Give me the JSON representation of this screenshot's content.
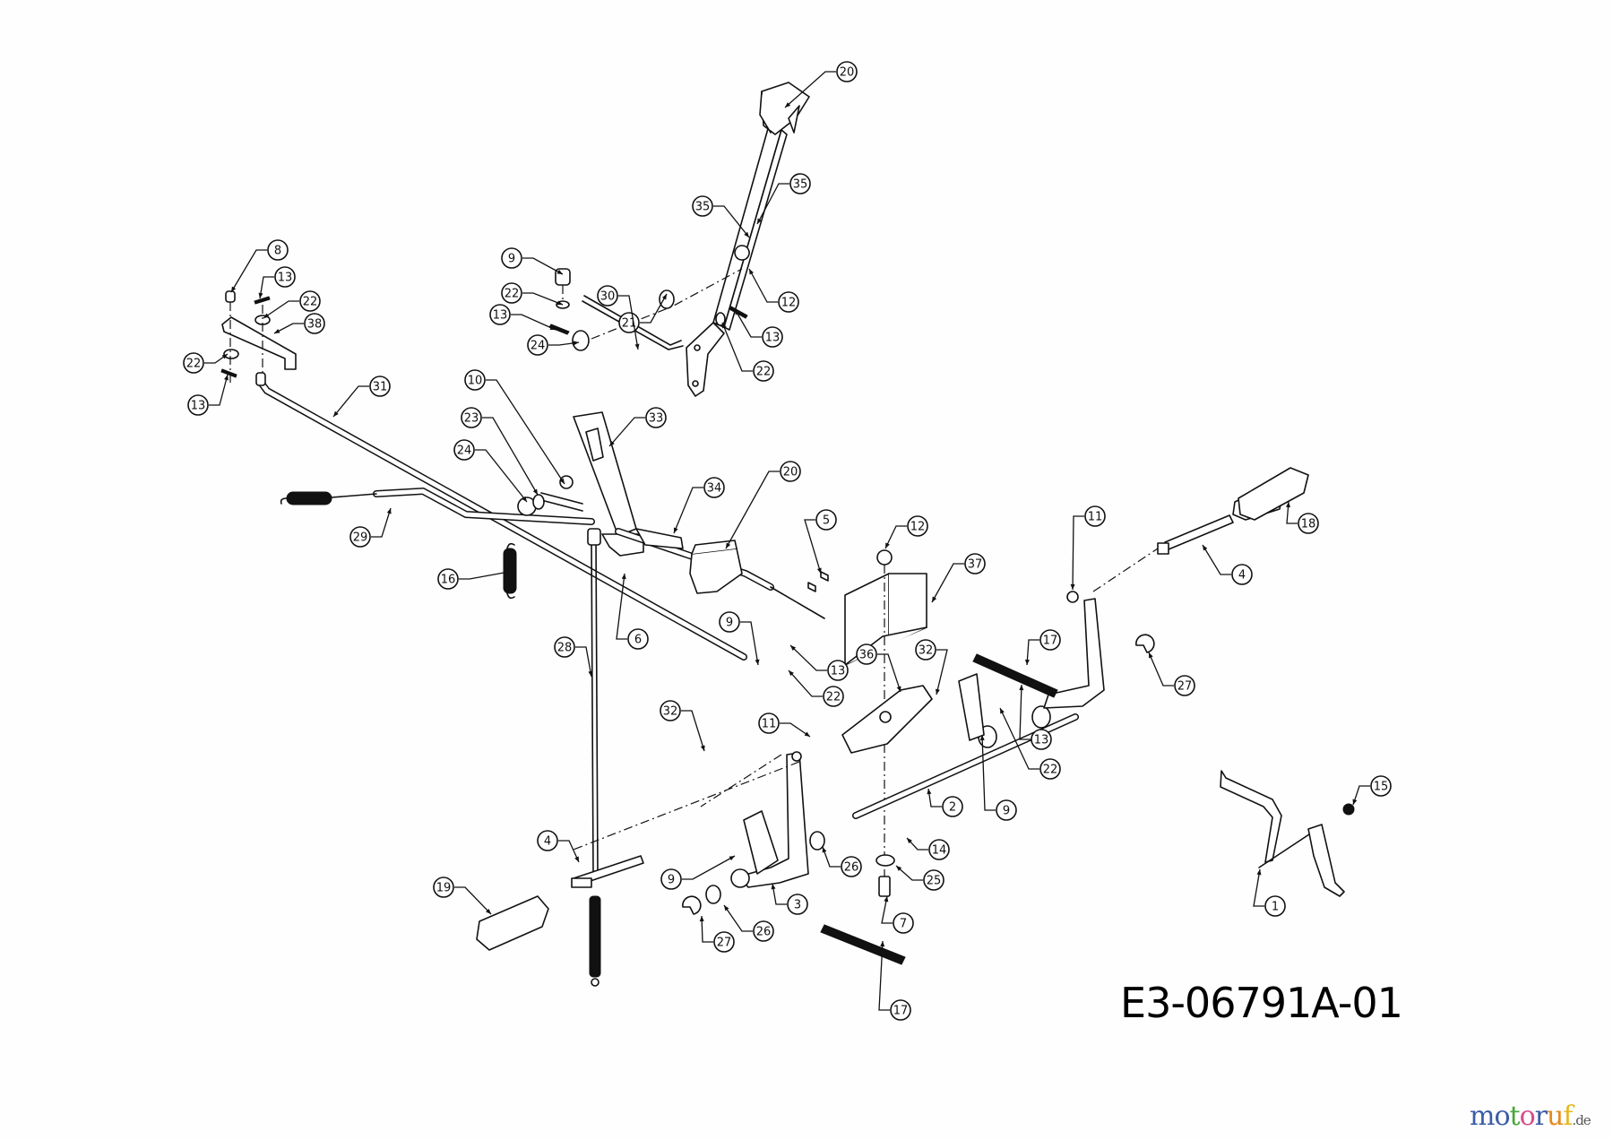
{
  "diagram": {
    "drawing_code": "E3-06791A-01",
    "watermark": {
      "letters": [
        {
          "ch": "m",
          "color": "#3b5ca8"
        },
        {
          "ch": "o",
          "color": "#3b5ca8"
        },
        {
          "ch": "t",
          "color": "#4aa53f"
        },
        {
          "ch": "o",
          "color": "#d94c8c"
        },
        {
          "ch": "r",
          "color": "#3b5ca8"
        },
        {
          "ch": "u",
          "color": "#e58a1f"
        },
        {
          "ch": "f",
          "color": "#e6b81d"
        }
      ],
      "tld": ".de"
    },
    "callouts": [
      "20",
      "35",
      "35",
      "21",
      "30",
      "9",
      "22",
      "13",
      "24",
      "12",
      "13",
      "22",
      "8",
      "13",
      "22",
      "38",
      "22",
      "13",
      "31",
      "10",
      "23",
      "24",
      "33",
      "34",
      "20",
      "29",
      "16",
      "6",
      "5",
      "12",
      "37",
      "11",
      "4",
      "18",
      "28",
      "9",
      "13",
      "22",
      "36",
      "32",
      "17",
      "27",
      "11",
      "13",
      "22",
      "9",
      "2",
      "14",
      "32",
      "4",
      "9",
      "3",
      "26",
      "25",
      "7",
      "26",
      "27",
      "19",
      "17",
      "15",
      "1"
    ]
  }
}
